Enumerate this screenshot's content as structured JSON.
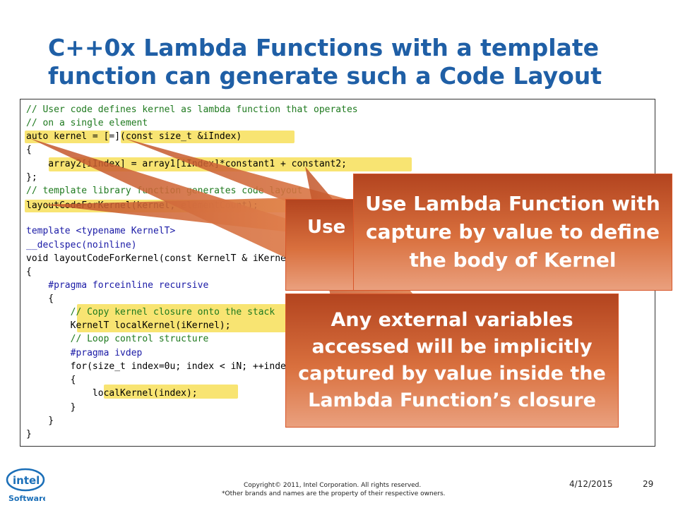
{
  "slide": {
    "title": "C++0x Lambda Functions with a template function can generate such a Code Layout"
  },
  "code": {
    "lines": [
      "// User code defines kernel as lambda function that operates",
      "// on a single element",
      "auto kernel = [=](const size_t &iIndex)",
      "{",
      "    array2[iIndex] = array1[iIndex]*constant1 + constant2;",
      "};",
      "// template library function generates code layout",
      "layoutCodeForKernel(kernel, elementCount);",
      "",
      "template <typename KernelT>",
      "__declspec(noinline)",
      "void layoutCodeForKernel(const KernelT & iKernel, size_t N)",
      "{",
      "    #pragma forceinline recursive",
      "    {",
      "        // Copy kernel closure onto the stack",
      "        KernelT localKernel(iKernel);",
      "        // Loop control structure",
      "        #pragma ivdep",
      "        for(size_t index=0u; index < iN; ++index)",
      "        {",
      "            localKernel(index);",
      "        }",
      "    }",
      "}"
    ]
  },
  "callouts": {
    "hidden_back": "Use Lambda Function",
    "lambda": "Use Lambda Function with capture by value to define the body of Kernel",
    "capture": "Any external variables accessed will be implicitly captured by value inside the Lambda Function’s closure"
  },
  "footer": {
    "copyright": "Copyright© 2011, Intel Corporation. All rights reserved.",
    "trademark": "*Other brands and names are the property of their respective owners.",
    "date": "4/12/2015",
    "page": "29",
    "logo_word": "intel",
    "logo_sub": "Software"
  },
  "colors": {
    "title": "#1f5fa6",
    "callout_top": "#b3441f",
    "callout_bottom": "#eaa07e",
    "highlight": "#f5da3c"
  }
}
